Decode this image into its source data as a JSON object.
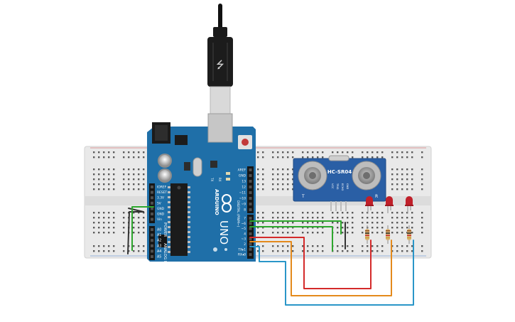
{
  "board": {
    "brand": "ARDUINO",
    "model": "UNO",
    "power_header": "POWER",
    "analog_header": "ANALOG IN",
    "digital_header": "DIGITAL (PWM~)",
    "tx": "TX",
    "rx": "RX",
    "power_pins": [
      "IOREF",
      "RESET",
      "3.3V",
      "5V",
      "GND",
      "GND",
      "Vin"
    ],
    "analog_pins": [
      "A0",
      "A1",
      "A2",
      "A3",
      "A4",
      "A5"
    ],
    "digital_pins": [
      "AREF",
      "GND",
      "13",
      "12",
      "~11",
      "~10",
      "~9",
      "8",
      "7",
      "~6",
      "~5",
      "4",
      "~3",
      "2",
      "TX▸1",
      "RX◂0"
    ]
  },
  "sensor": {
    "name": "HC-SR04",
    "left_mark": "T",
    "right_mark": "R",
    "pins": [
      "VCC",
      "TRIG",
      "ECHO",
      "GND"
    ]
  },
  "leds": {
    "count": 3,
    "color": "#c0202a"
  },
  "colors": {
    "board": "#1f6fa8",
    "board_dark": "#175b8c",
    "breadboard": "#e9e9e9",
    "sensor_board": "#2a5fa5",
    "wire_green": "#2da62d",
    "wire_red": "#d42a2a",
    "wire_orange": "#e48a1c",
    "wire_blue": "#2a96c8",
    "wire_black": "#333333"
  }
}
